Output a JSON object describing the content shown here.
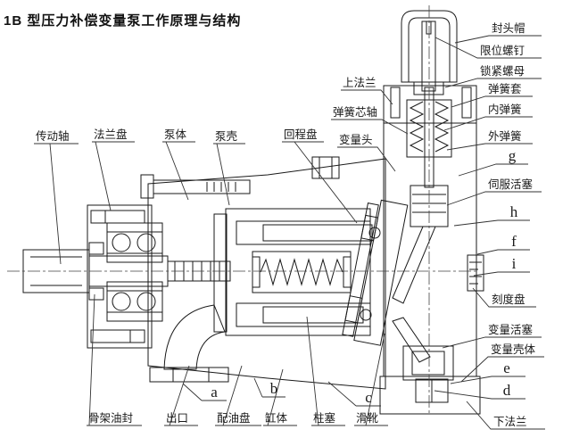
{
  "title": "1B 型压力补偿变量泵工作原理与结构",
  "colors": {
    "background": "#ffffff",
    "line": "#1a1a1a",
    "hatch": "#555555"
  },
  "labels": {
    "drive_shaft": "传动轴",
    "flange_plate": "法兰盘",
    "pump_body": "泵体",
    "pump_casing": "泵壳",
    "return_plate": "回程盘",
    "upper_flange": "上法兰",
    "spring_core_shaft": "弹簧芯轴",
    "variable_head": "变量头",
    "seal_head_cap": "封头帽",
    "limit_screw": "限位螺钉",
    "lock_nut": "锁紧螺母",
    "spring_sleeve": "弹簧套",
    "inner_spring": "内弹簧",
    "outer_spring": "外弹簧",
    "servo_piston": "伺服活塞",
    "dial_plate": "刻度盘",
    "variable_piston": "变量活塞",
    "variable_housing": "变量壳体",
    "lower_flange": "下法兰",
    "skeleton_oil_seal": "骨架油封",
    "outlet": "出口",
    "oil_distribution_plate": "配油盘",
    "cylinder_block": "缸体",
    "plunger": "柱塞",
    "slipper": "滑靴",
    "letter_a": "a",
    "letter_b": "b",
    "letter_c": "c",
    "letter_d": "d",
    "letter_e": "e",
    "letter_f": "f",
    "letter_g": "g",
    "letter_h": "h",
    "letter_i": "i"
  }
}
